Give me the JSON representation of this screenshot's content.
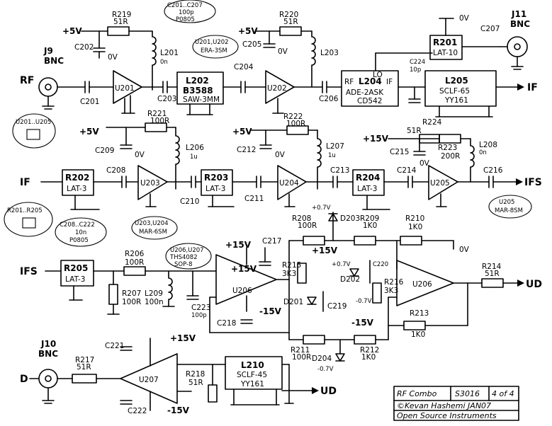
{
  "nets": {
    "rf": "RF",
    "if_out": "IF",
    "if_in": "IF",
    "ifs_out": "IFS",
    "ifs_in": "IFS",
    "ud_out": "UD",
    "ud_in": "UD",
    "d_in": "D",
    "p5v": "+5V",
    "p15v": "+15V",
    "m15v": "-15V",
    "zero_v": "0V",
    "p07v": "+0.7V",
    "m07v": "-0.7V"
  },
  "connectors": {
    "j9": "J9",
    "j9_type": "BNC",
    "j10": "J10",
    "j10_type": "BNC",
    "j11": "J11",
    "j11_type": "BNC"
  },
  "amps": {
    "u201": "U201",
    "u202": "U202",
    "u203": "U203",
    "u204": "U204",
    "u205": "U205",
    "u206a": "U206",
    "u206b": "U206",
    "u207": "U207"
  },
  "blocks": {
    "l202_name": "L202",
    "l202_part": "B3588",
    "l202_pkg": "SAW-3MM",
    "l204_name": "L204",
    "l204_part": "ADE-2ASK",
    "l204_pkg": "CD542",
    "l205_name": "L205",
    "l205_part": "SCLF-65",
    "l205_pkg": "YY161",
    "l210_name": "L210",
    "l210_part": "SCLF-45",
    "l210_pkg": "YY161",
    "r201": "R201",
    "r202": "R202",
    "r203": "R203",
    "r204": "R204",
    "r205": "R205",
    "lat10": "LAT-10",
    "lat3": "LAT-3",
    "rf_pin": "RF",
    "lo_pin": "LO",
    "if_pin": "IF"
  },
  "notes": {
    "saw_ampl": "U201,U202",
    "saw_ampl2": "ERA-3SM",
    "c_pkg": "C201..C207",
    "c_pkg2": "100p",
    "c_pkg3": "P0805",
    "u201_205": "U201..U205",
    "r_pkg": "R201..R205",
    "c208": "C208..C222",
    "c208b": "10n",
    "c208c": "P0805",
    "u203": "U203,U204",
    "u203b": "MAR-6SM",
    "u205": "U205",
    "u205b": "MAR-8SM",
    "u206": "U206,U207",
    "u206b": "THS4082",
    "u206c": "SOP-8"
  },
  "resistors": {
    "r219": "R219",
    "r219v": "51R",
    "r220": "R220",
    "r220v": "51R",
    "r221": "R221",
    "r221v": "100R",
    "r222": "R222",
    "r222v": "100R",
    "r224": "R224",
    "r224v": "51R",
    "r223": "R223",
    "r223v": "200R",
    "r206": "R206",
    "r206v": "100R",
    "r207": "R207",
    "r207v": "100R",
    "r208": "R208",
    "r208v": "100R",
    "r209": "R209",
    "r209v": "1K0",
    "r210": "R210",
    "r210v": "1K0",
    "r215": "R215",
    "r215v": "3K3",
    "r216": "R216",
    "r216v": "3K3",
    "r213": "R213",
    "r213v": "1K0",
    "r214": "R214",
    "r214v": "51R",
    "r211": "R211",
    "r211v": "100R",
    "r212": "R212",
    "r212v": "1K0",
    "r217": "R217",
    "r217v": "51R",
    "r218": "R218",
    "r218v": "51R"
  },
  "capacitors": {
    "c201": "C201",
    "c202": "C202",
    "c203": "C203",
    "c204": "C204",
    "c205": "C205",
    "c206": "C206",
    "c207": "C207",
    "c224": "C224",
    "c224v": "10p",
    "c208": "C208",
    "c209": "C209",
    "c210": "C210",
    "c211": "C211",
    "c212": "C212",
    "c213": "C213",
    "c214": "C214",
    "c215": "C215",
    "c216": "C216",
    "c217": "C217",
    "c218": "C218",
    "c219": "C219",
    "c220": "C220",
    "c221": "C221",
    "c222": "C222",
    "c223": "C223",
    "c223v": "100p"
  },
  "inductors": {
    "l201": "L201",
    "l201v": "0n",
    "l203": "L203",
    "l206": "L206",
    "l206v": "1u",
    "l207": "L207",
    "l207v": "1u",
    "l208": "L208",
    "l208v": "0n",
    "l209": "L209",
    "l209v": "100n"
  },
  "diodes": {
    "d201": "D201",
    "d202": "D202",
    "d203": "D203",
    "d204": "D204"
  },
  "title_block": {
    "name": "RF Combo",
    "number": "S3016",
    "sheet": "4 of 4",
    "author": "©Kevan Hashemi JAN07",
    "org": "Open Source Instruments"
  }
}
